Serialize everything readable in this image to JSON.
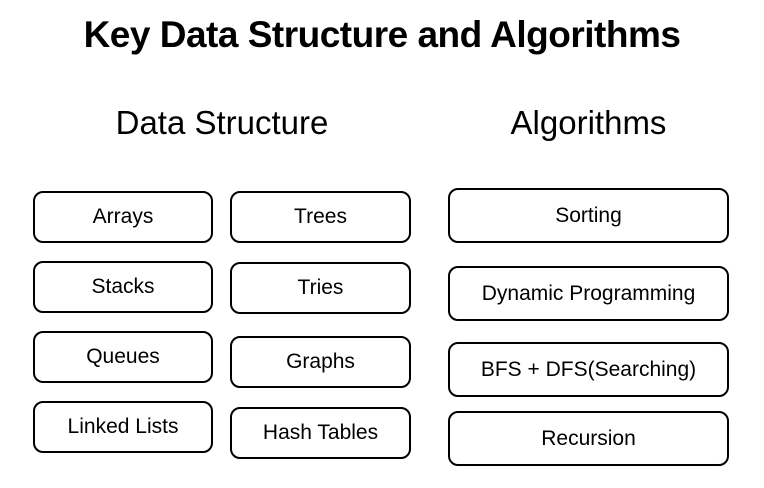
{
  "title": "Key Data Structure and Algorithms",
  "headers": {
    "data_structure": "Data Structure",
    "algorithms": "Algorithms"
  },
  "data_structure_col1": [
    "Arrays",
    "Stacks",
    "Queues",
    "Linked Lists"
  ],
  "data_structure_col2": [
    "Trees",
    "Tries",
    "Graphs",
    "Hash Tables"
  ],
  "algorithms_items": [
    "Sorting",
    "Dynamic Programming",
    "BFS + DFS(Searching)",
    "Recursion"
  ],
  "colors": {
    "background": "#ffffff",
    "border": "#000000",
    "text": "#000000"
  }
}
